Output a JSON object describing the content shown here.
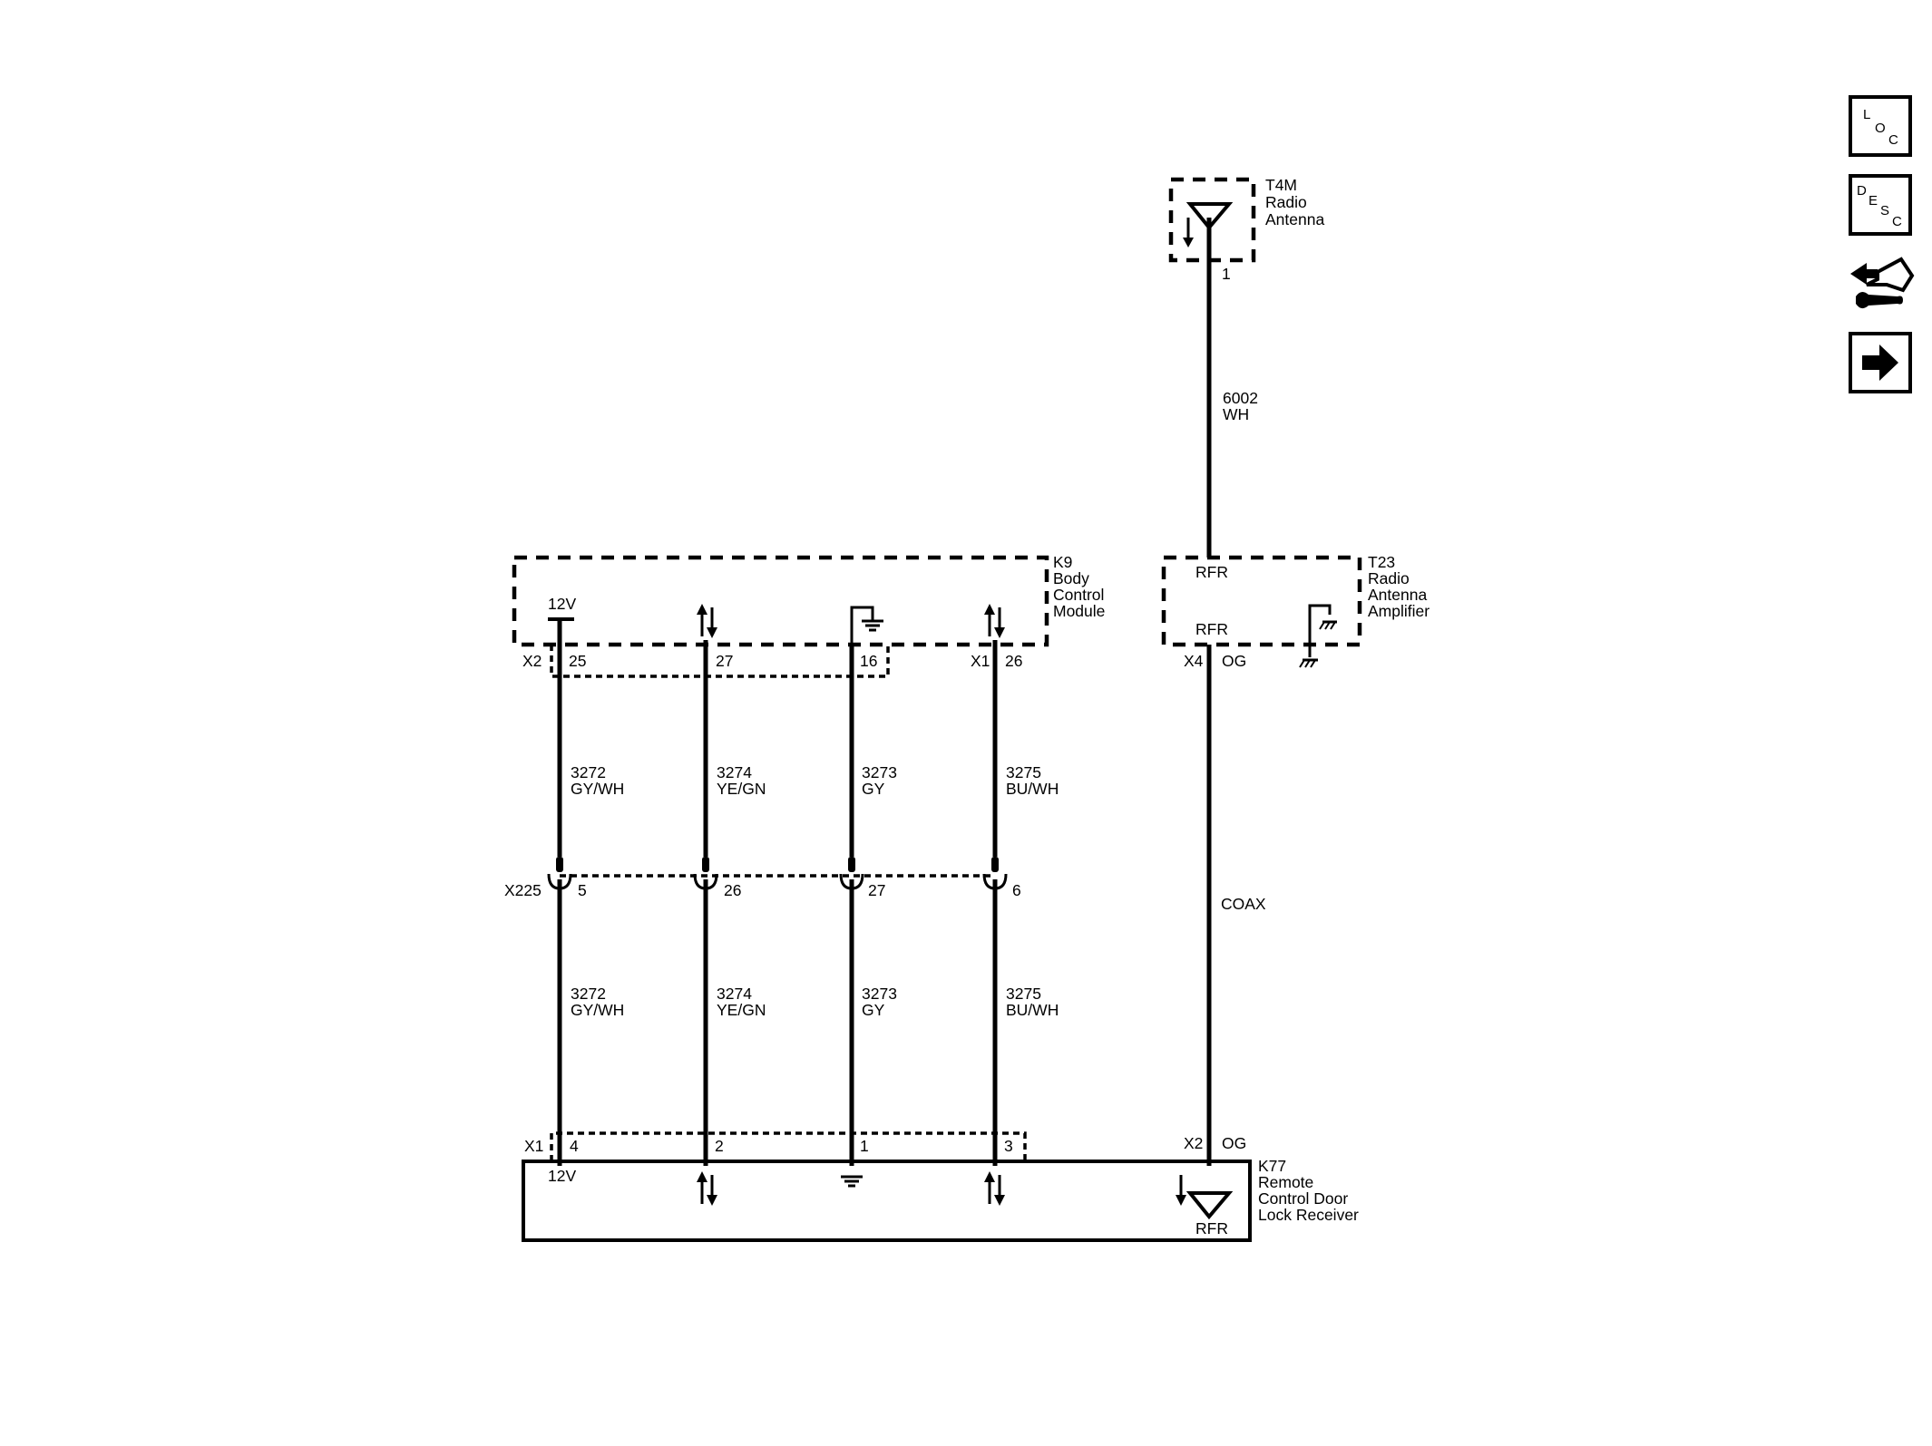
{
  "components": {
    "t4m": {
      "id": "T4M",
      "line1": "Radio",
      "line2": "Antenna",
      "pin": "1"
    },
    "k9": {
      "id": "K9",
      "line1": "Body",
      "line2": "Control",
      "line3": "Module"
    },
    "t23": {
      "id": "T23",
      "line1": "Radio",
      "line2": "Antenna",
      "line3": "Amplifier"
    },
    "k77": {
      "id": "K77",
      "line1": "Remote",
      "line2": "Control Door",
      "line3": "Lock Receiver"
    }
  },
  "antenna_wire": {
    "circuit": "6002",
    "color": "WH"
  },
  "coax": {
    "label": "COAX"
  },
  "k9_pins": {
    "v12": "12V",
    "x2": "X2",
    "x1": "X1",
    "p25": "25",
    "p27": "27",
    "p16": "16",
    "p26": "26"
  },
  "t23_pins": {
    "rfr_in": "RFR",
    "rfr_out": "RFR",
    "x4": "X4",
    "og": "OG"
  },
  "inline_connector": {
    "id": "X225",
    "p5": "5",
    "p26": "26",
    "p27": "27",
    "p6": "6"
  },
  "k77_pins": {
    "x1": "X1",
    "p4": "4",
    "p2": "2",
    "p1": "1",
    "p3": "3",
    "v12": "12V",
    "x2": "X2",
    "og": "OG",
    "rfr": "RFR"
  },
  "wires_upper": [
    {
      "circuit": "3272",
      "color": "GY/WH"
    },
    {
      "circuit": "3274",
      "color": "YE/GN"
    },
    {
      "circuit": "3273",
      "color": "GY"
    },
    {
      "circuit": "3275",
      "color": "BU/WH"
    }
  ],
  "wires_lower": [
    {
      "circuit": "3272",
      "color": "GY/WH"
    },
    {
      "circuit": "3274",
      "color": "YE/GN"
    },
    {
      "circuit": "3273",
      "color": "GY"
    },
    {
      "circuit": "3275",
      "color": "BU/WH"
    }
  ],
  "side_buttons": {
    "loc": {
      "l1": "L",
      "l2": "O",
      "l3": "C",
      "icon": "location-icon"
    },
    "desc": {
      "l1": "D",
      "l2": "E",
      "l3": "S",
      "l4": "C",
      "icon": "description-icon"
    },
    "repair": {
      "icon": "connector-repair-icon"
    },
    "next": {
      "icon": "next-arrow-icon"
    }
  }
}
